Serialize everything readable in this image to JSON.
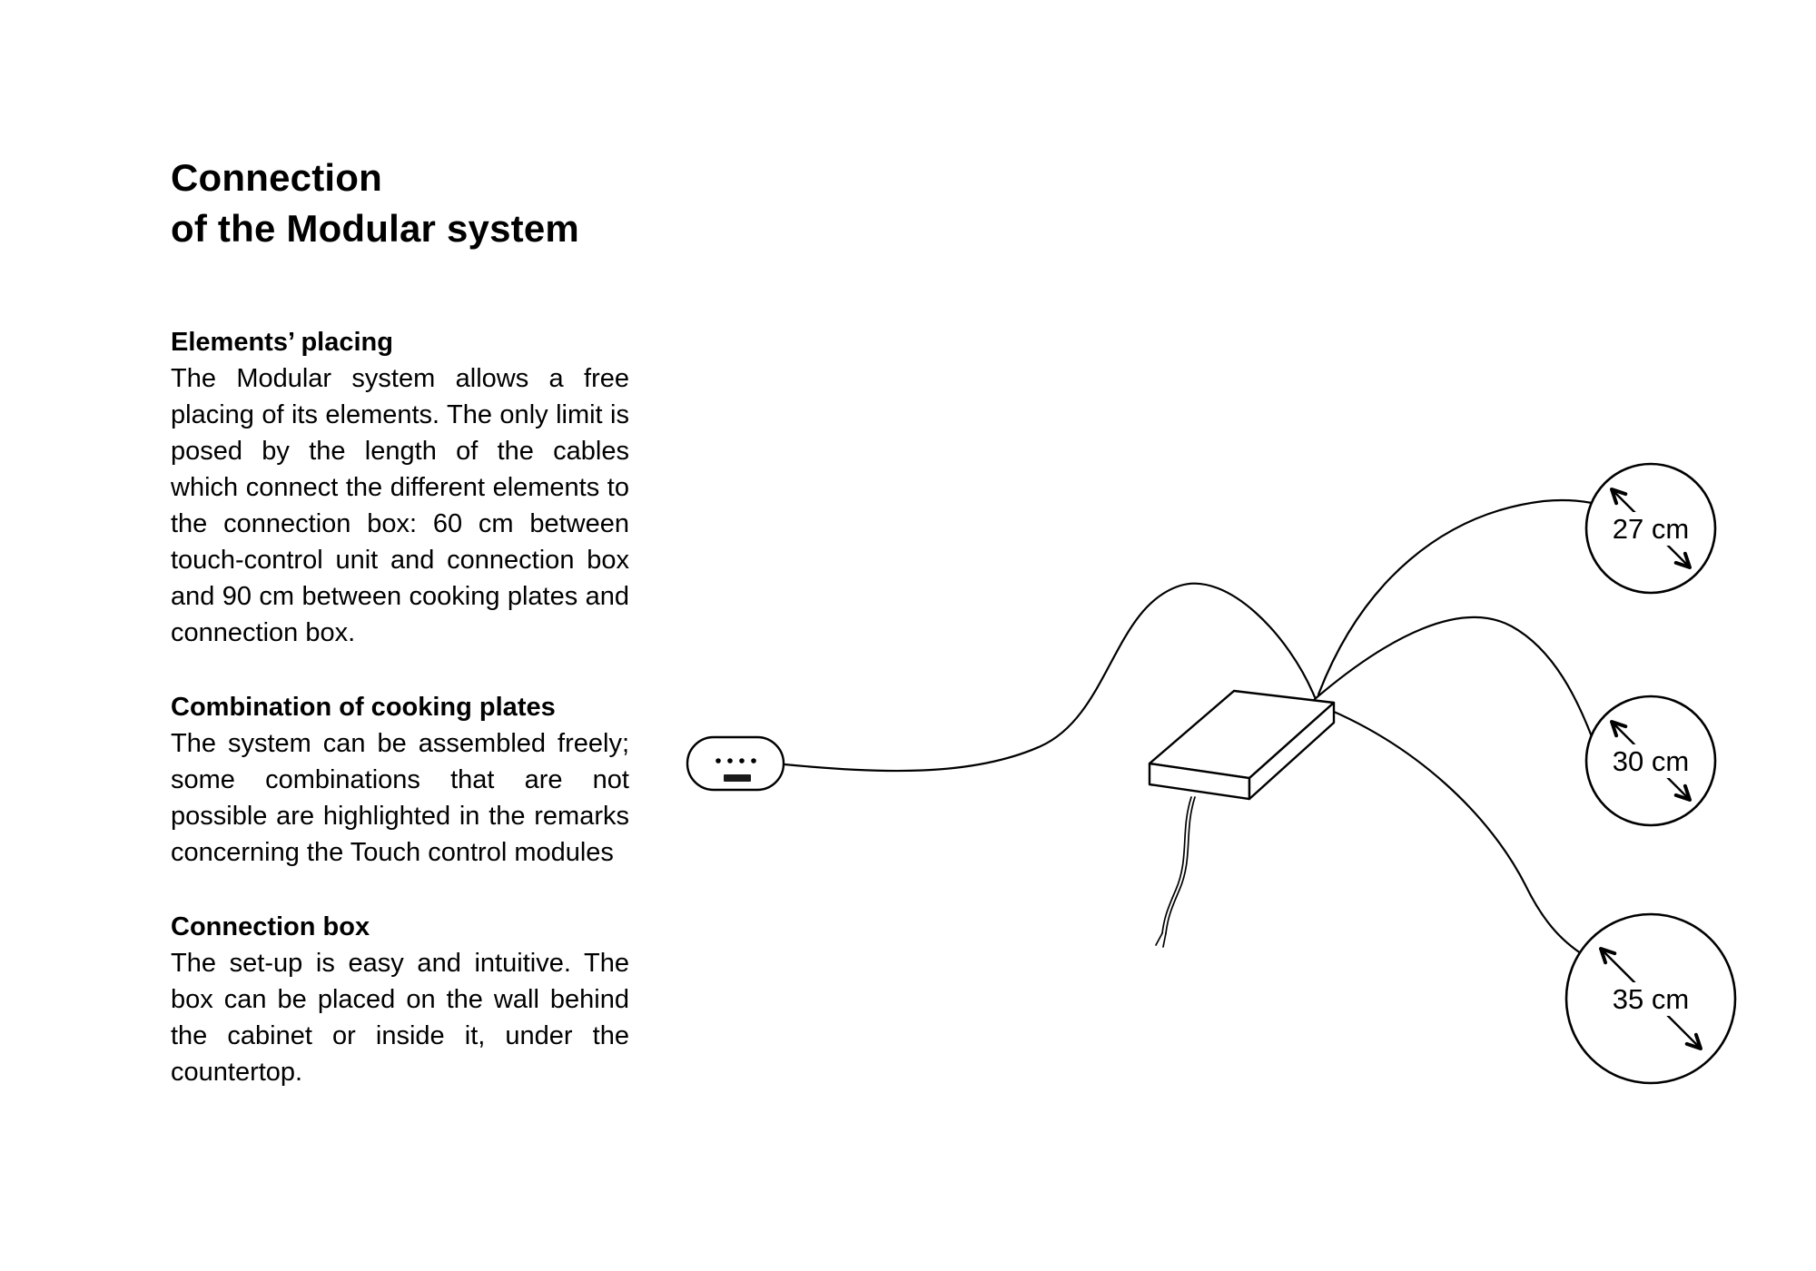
{
  "title": {
    "line1": "Connection",
    "line2": "of the Modular system"
  },
  "sections": [
    {
      "heading": "Elements’ placing",
      "body": "The Modular system allows a free placing of its elements. The only limit is posed by the length of the cables which connect the different elements to the connection box: 60 cm between touch-control unit and connection box and 90 cm between cooking plates and connection box."
    },
    {
      "heading": "Combination of cooking plates",
      "body": "The system can be assembled freely; some combinations that are not possible are highlighted in the remarks concerning the Touch control modules"
    },
    {
      "heading": "Connection box",
      "body": "The set-up is easy and intuitive. The box can be placed on the wall behind the cabinet or inside it, under the countertop."
    }
  ],
  "diagram": {
    "circles": [
      {
        "label": "27 cm"
      },
      {
        "label": "30 cm"
      },
      {
        "label": "35 cm"
      }
    ]
  },
  "colors": {
    "ink": "#000000",
    "paper": "#ffffff"
  }
}
